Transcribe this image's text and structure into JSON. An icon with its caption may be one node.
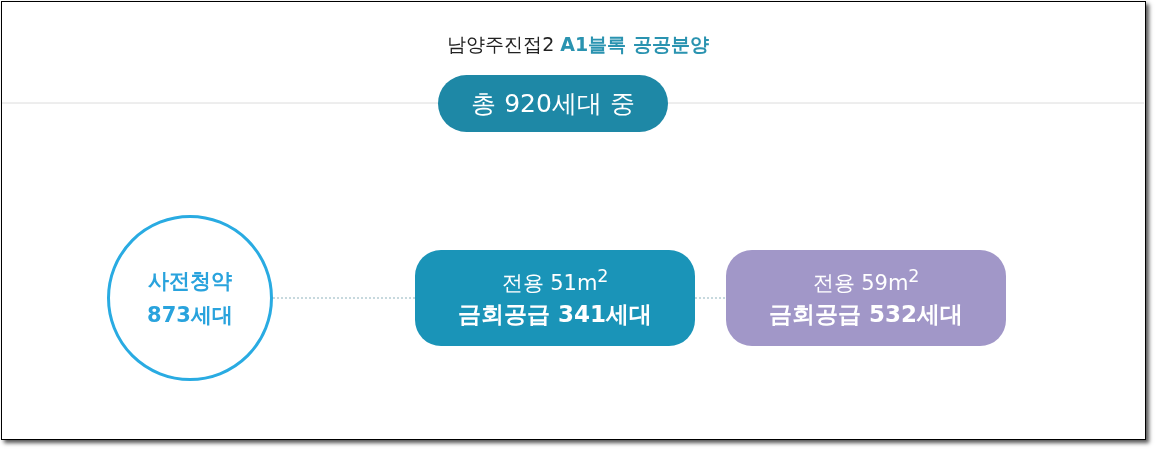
{
  "diagram": {
    "title": "남양주진접2 **A1블록 공공분양**",
    "nodes": [
      {
        "text": [
          "총 920세대 중"
        ]
      },
      {
        "text": [
          "사전청약 873세대"
        ]
      },
      {
        "text": [
          "전용 51m$^{2}$",
          "금회공급 341세대"
        ]
      },
      {
        "text": [
          "전용 59m$^{2}$",
          "금회공급 532세대"
        ]
      }
    ],
    "edges": [
      {
        "from": 1,
        "to": 2,
        "arrow": "none",
        "style": "dashed"
      },
      {
        "from": 2,
        "to": 3,
        "arrow": "none",
        "style": "dashed"
      }
    ]
  }
}
